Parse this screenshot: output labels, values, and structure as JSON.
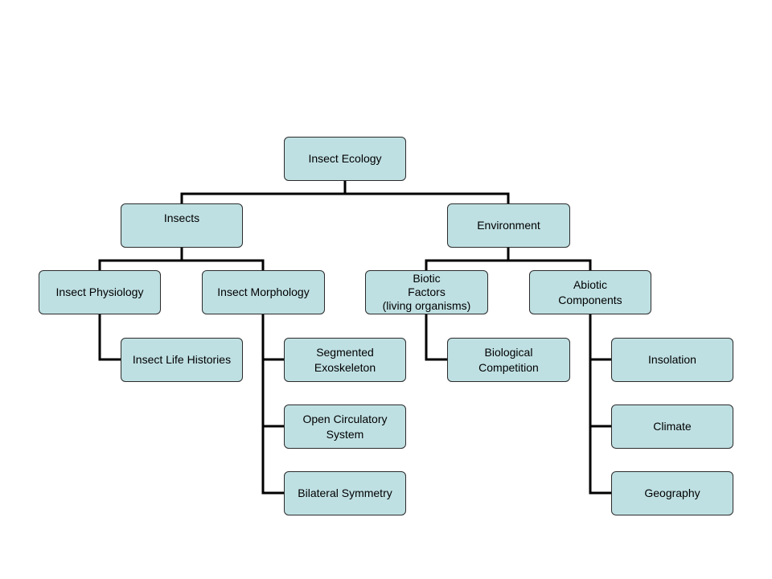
{
  "diagram": {
    "root": "Insect Ecology",
    "insects": {
      "label": "Insects",
      "physiology": "Insect Physiology",
      "morphology": "Insect Morphology",
      "life_histories": "Insect Life Histories",
      "segmented_exoskeleton": "Segmented\nExoskeleton",
      "open_circulatory": "Open Circulatory\nSystem",
      "bilateral_symmetry": "Bilateral Symmetry"
    },
    "environment": {
      "label": "Environment",
      "biotic": "Biotic\nFactors\n(living organisms)",
      "abiotic": "Abiotic\nComponents",
      "biological_competition": "Biological\nCompetition",
      "insolation": "Insolation",
      "climate": "Climate",
      "geography": "Geography"
    }
  },
  "colors": {
    "node_fill": "#bfe0e3",
    "node_border": "#2b2b2b",
    "connector": "#000000"
  }
}
